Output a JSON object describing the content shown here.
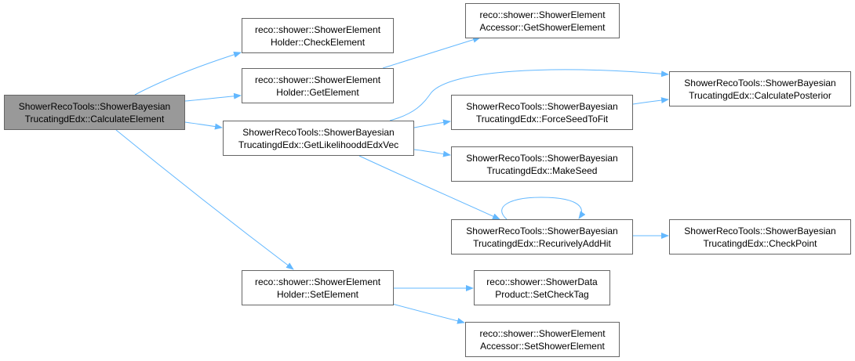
{
  "colors": {
    "edge": "#63b8ff",
    "node_border": "#666666",
    "root_fill": "#999999",
    "node_fill": "#ffffff"
  },
  "nodes": {
    "root": {
      "line1": "ShowerRecoTools::ShowerBayesian",
      "line2": "TrucatingdEdx::CalculateElement"
    },
    "check": {
      "line1": "reco::shower::ShowerElement",
      "line2": "Holder::CheckElement"
    },
    "get": {
      "line1": "reco::shower::ShowerElement",
      "line2": "Holder::GetElement"
    },
    "set": {
      "line1": "reco::shower::ShowerElement",
      "line2": "Holder::SetElement"
    },
    "like": {
      "line1": "ShowerRecoTools::ShowerBayesian",
      "line2": "TrucatingdEdx::GetLikelihooddEdxVec"
    },
    "getshower": {
      "line1": "reco::shower::ShowerElement",
      "line2": "Accessor::GetShowerElement"
    },
    "force": {
      "line1": "ShowerRecoTools::ShowerBayesian",
      "line2": "TrucatingdEdx::ForceSeedToFit"
    },
    "make": {
      "line1": "ShowerRecoTools::ShowerBayesian",
      "line2": "TrucatingdEdx::MakeSeed"
    },
    "recur": {
      "line1": "ShowerRecoTools::ShowerBayesian",
      "line2": "TrucatingdEdx::RecurivelyAddHit"
    },
    "post": {
      "line1": "ShowerRecoTools::ShowerBayesian",
      "line2": "TrucatingdEdx::CalculatePosterior"
    },
    "checkpt": {
      "line1": "ShowerRecoTools::ShowerBayesian",
      "line2": "TrucatingdEdx::CheckPoint"
    },
    "checktag": {
      "line1": "reco::shower::ShowerData",
      "line2": "Product::SetCheckTag"
    },
    "setshower": {
      "line1": "reco::shower::ShowerElement",
      "line2": "Accessor::SetShowerElement"
    }
  },
  "edges": [
    {
      "from": "root",
      "to": "check"
    },
    {
      "from": "root",
      "to": "get"
    },
    {
      "from": "root",
      "to": "like"
    },
    {
      "from": "root",
      "to": "set"
    },
    {
      "from": "get",
      "to": "getshower"
    },
    {
      "from": "like",
      "to": "post"
    },
    {
      "from": "like",
      "to": "force"
    },
    {
      "from": "like",
      "to": "make"
    },
    {
      "from": "like",
      "to": "recur"
    },
    {
      "from": "force",
      "to": "post"
    },
    {
      "from": "recur",
      "to": "recur"
    },
    {
      "from": "recur",
      "to": "checkpt"
    },
    {
      "from": "set",
      "to": "checktag"
    },
    {
      "from": "set",
      "to": "setshower"
    }
  ]
}
